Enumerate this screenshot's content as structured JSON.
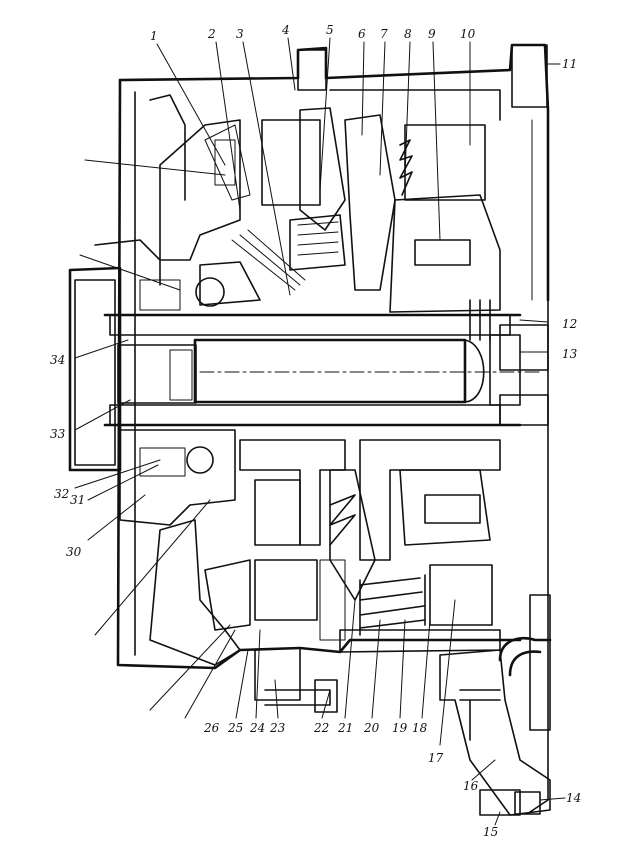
{
  "diagram": {
    "top_labels": [
      "1",
      "2",
      "3",
      "4",
      "5",
      "6",
      "7",
      "8",
      "9",
      "10",
      "11"
    ],
    "right_labels": [
      "12",
      "13"
    ],
    "bottom_right_labels": [
      "14",
      "15",
      "16",
      "17"
    ],
    "bottom_labels": [
      "18",
      "19",
      "20",
      "21",
      "22",
      "23",
      "24",
      "25",
      "26"
    ],
    "left_labels": [
      "30",
      "31",
      "32",
      "33",
      "34"
    ]
  }
}
